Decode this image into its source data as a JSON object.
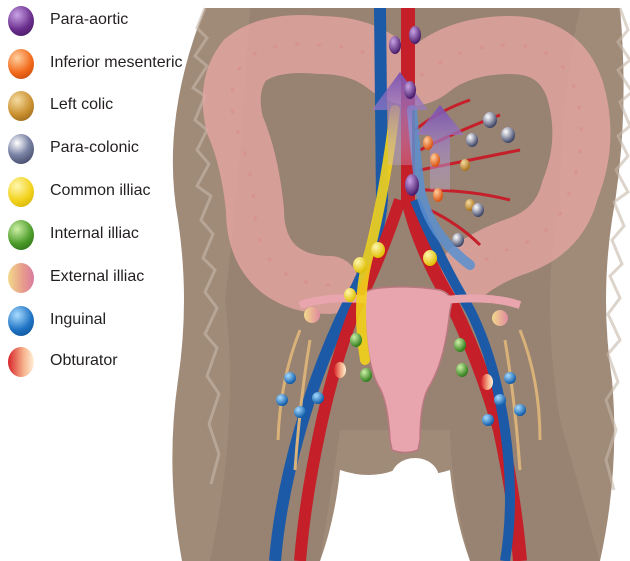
{
  "legend": [
    {
      "label": "Para-aortic",
      "color": "#6a2d8c",
      "highlight": "#c9a3e6"
    },
    {
      "label": "Inferior mesenteric",
      "color": "#f26a1b",
      "highlight": "#ffd0a0"
    },
    {
      "label": "Left colic",
      "color": "#c9902f",
      "highlight": "#f5dba0"
    },
    {
      "label": "Para-colonic",
      "color": "#4c5678",
      "highlight": "#dfe3f2"
    },
    {
      "label": "Common illiac",
      "color": "#f2d21b",
      "highlight": "#fff7b0"
    },
    {
      "label": "Internal illiac",
      "color": "#4d9c2a",
      "highlight": "#cdf0a6"
    },
    {
      "label": "External illiac",
      "color": "#e79a8c",
      "highlight": "#f7e19a"
    },
    {
      "label": "Inguinal",
      "color": "#1f73c4",
      "highlight": "#a8dcff"
    },
    {
      "label": "Obturator",
      "color": "#d8242b",
      "highlight": "#ffe3c2"
    }
  ],
  "colors": {
    "skin": "#a08a78",
    "skin_dark": "#8a7464",
    "colon": "#e9a7a4",
    "artery": "#c51f2a",
    "vein": "#1c5aa8",
    "uterus": "#e9a5ae",
    "nerve": "#d9b27a",
    "arrow": "#8a5fb5"
  },
  "icons": [
    "para-aortic-node-icon",
    "inferior-mesenteric-node-icon",
    "left-colic-node-icon",
    "para-colonic-node-icon",
    "common-iliac-node-icon",
    "internal-iliac-node-icon",
    "external-iliac-node-icon",
    "inguinal-node-icon",
    "obturator-node-icon"
  ]
}
